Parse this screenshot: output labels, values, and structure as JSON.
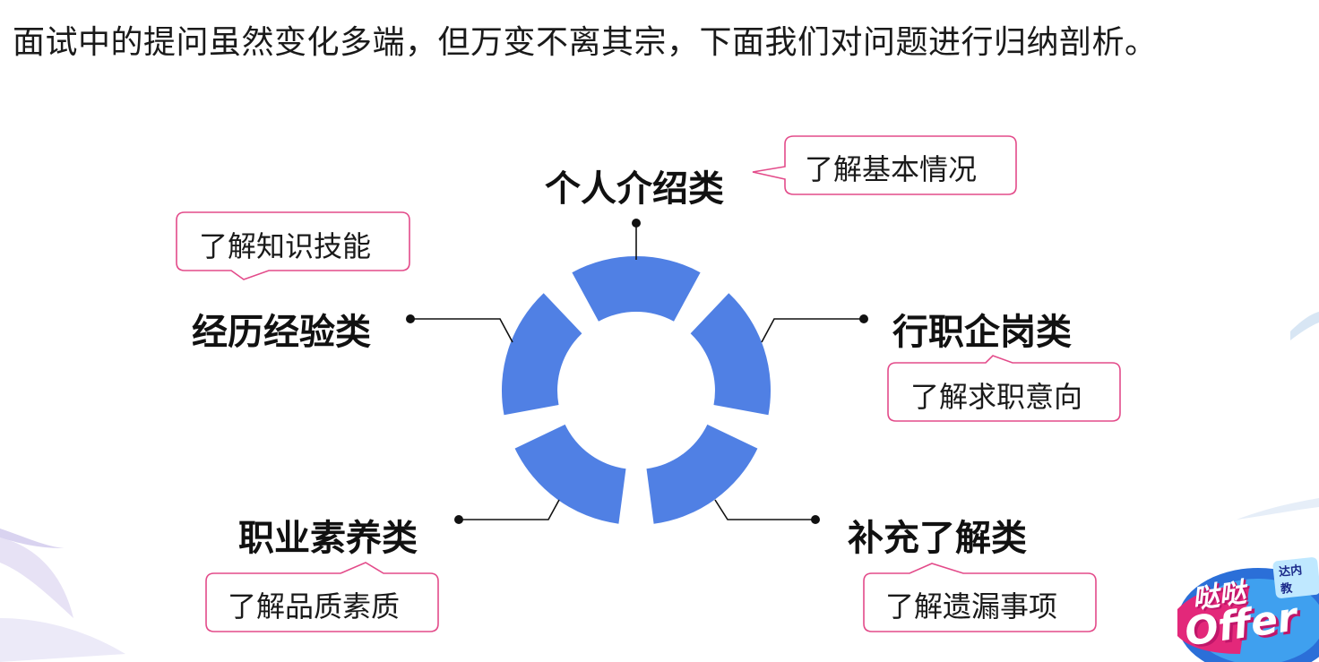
{
  "intro": "面试中的提问虽然变化多端，但万变不离其宗，下面我们对问题进行归纳剖析。",
  "categories": {
    "personal": {
      "label": "个人介绍类",
      "callout": "了解基本情况"
    },
    "experience": {
      "label": "经历经验类",
      "callout": "了解知识技能"
    },
    "industry": {
      "label": "行职企岗类",
      "callout": "了解求职意向"
    },
    "quality": {
      "label": "职业素养类",
      "callout": "了解品质素质"
    },
    "supplement": {
      "label": "补充了解类",
      "callout": "了解遗漏事项"
    }
  },
  "brand": {
    "line1": "哒哒",
    "line2": "Offer",
    "tag": "达内教"
  },
  "colors": {
    "segment": "#5080E4",
    "callout_border": "#E34B8A",
    "leader": "#111111"
  }
}
